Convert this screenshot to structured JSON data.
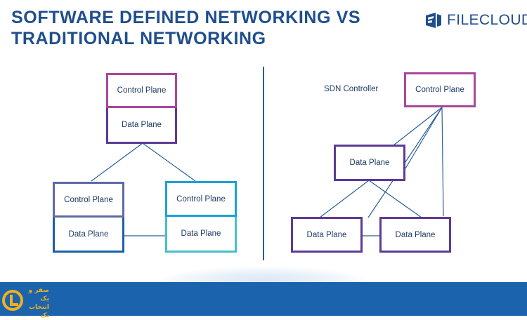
{
  "title": {
    "line1": "SOFTWARE DEFINED NETWORKING VS",
    "line2": "TRADITIONAL NETWORKING"
  },
  "logo": {
    "text": "FILECLOUD",
    "icon": "filecloud-logo-icon"
  },
  "traditional": {
    "top_control": "Control Plane",
    "top_data": "Data Plane",
    "left_control": "Control Plane",
    "left_data": "Data Plane",
    "right_control": "Control Plane",
    "right_data": "Data Plane"
  },
  "sdn": {
    "controller_label": "SDN Controller",
    "controller_box": "Control Plane",
    "mid_data": "Data Plane",
    "bottom_left_data": "Data Plane",
    "bottom_right_data": "Data Plane"
  },
  "footer": {
    "brand_line1": "صفر و یک",
    "brand_line2": "انتخاب پک",
    "icon": "sefroyek-logo-icon"
  },
  "colors": {
    "title": "#1f4e8c",
    "footer_bg": "#1b63ad",
    "magenta": "#a8489b",
    "purple": "#5b3b94",
    "blue_dark": "#1a5fa8",
    "blue_light": "#1e9fd6",
    "teal": "#47bfc8",
    "line": "#2a5f97"
  }
}
